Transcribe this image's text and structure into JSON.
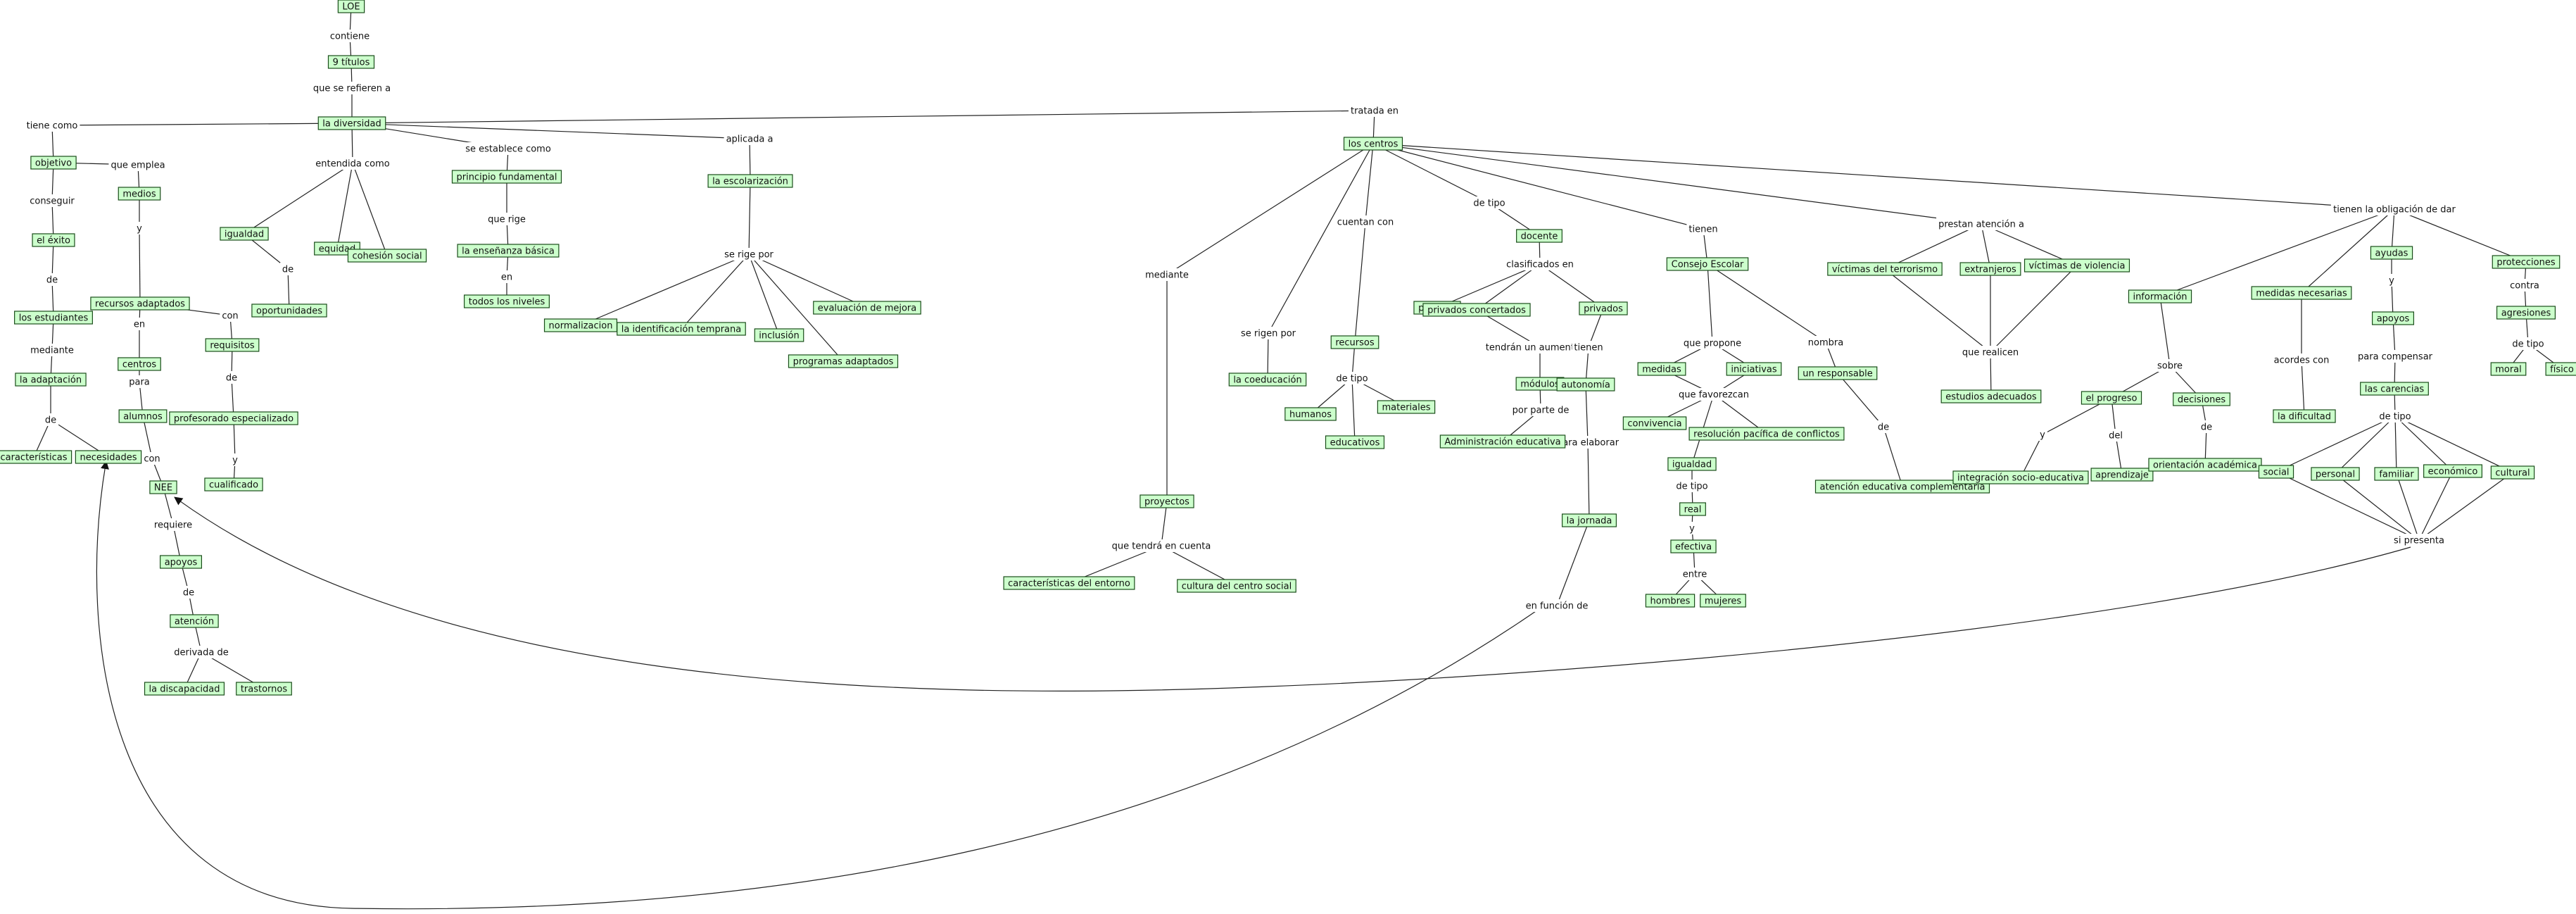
{
  "concepts": {
    "loe": "LOE",
    "titulos": "9 títulos",
    "diversidad": "la diversidad",
    "objetivo": "objetivo",
    "medios": "medios",
    "exito": "el éxito",
    "estudiantes": "los estudiantes",
    "adaptacion": "la adaptación",
    "caracteristicas": "características",
    "necesidades": "necesidades",
    "recursos_adaptados": "recursos adaptados",
    "centros": "centros",
    "alumnos": "alumnos",
    "nee": "NEE",
    "apoyos": "apoyos",
    "atencion": "atención",
    "discapacidad": "la discapacidad",
    "trastornos": "trastornos",
    "requisitos": "requisitos",
    "profesorado": "profesorado especializado",
    "cualificado": "cualificado",
    "igualdad": "igualdad",
    "equidad": "equidad",
    "cohesion": "cohesión social",
    "oportunidades": "oportunidades",
    "principio": "principio fundamental",
    "ensenanza": "la enseñanza básica",
    "todos_niveles": "todos los niveles",
    "escolarizacion": "la escolarización",
    "normalizacion": "normalizacion",
    "identificacion": "la identificación temprana",
    "inclusion": "inclusión",
    "evaluacion": "evaluación de mejora",
    "programas": "programas adaptados",
    "los_centros": "los centros",
    "proyectos": "proyectos",
    "caract_entorno": "características del entorno",
    "cultura": "cultura del centro social",
    "coeducacion": "la coeducación",
    "recursos": "recursos",
    "humanos": "humanos",
    "materiales": "materiales",
    "educativos": "educativos",
    "docente": "docente",
    "publicos": "públicos",
    "privados_concertados": "privados concertados",
    "privados": "privados",
    "modulos": "módulos",
    "administracion": "Administración educativa",
    "autonomia": "autonomía",
    "jornada": "la jornada",
    "consejo": "Consejo Escolar",
    "medidas": "medidas",
    "iniciativas": "iniciativas",
    "convivencia": "convivencia",
    "resolucion": "resolución pacífica de conflictos",
    "igualdad2": "igualdad",
    "real": "real",
    "efectiva": "efectiva",
    "hombres": "hombres",
    "mujeres": "mujeres",
    "responsable": "un responsable",
    "atencion_complementaria": "atención educativa complementaria",
    "victimas_terrorismo": "víctimas del terrorismo",
    "extranjeros": "extranjeros",
    "victimas_violencia": "víctimas de violencia",
    "estudios": "estudios adecuados",
    "informacion": "información",
    "progreso": "el progreso",
    "decisiones": "decisiones",
    "integracion": "integración socio-educativa",
    "aprendizaje": "aprendizaje",
    "orientacion": "orientación académica",
    "medidas_necesarias": "medidas necesarias",
    "dificultad": "la dificultad",
    "ayudas": "ayudas",
    "apoyos2": "apoyos",
    "carencias": "las carencias",
    "social": "social",
    "personal": "personal",
    "familiar": "familiar",
    "economico": "económico",
    "cultural": "cultural",
    "protecciones": "protecciones",
    "agresiones": "agresiones",
    "moral": "moral",
    "fisico": "físico"
  },
  "linking_phrases": {
    "contiene": "contiene",
    "que_se_refieren_a": "que se refieren a",
    "tiene_como": "tiene como",
    "que_emplea": "que emplea",
    "conseguir": "conseguir",
    "de_exito": "de",
    "mediante": "mediante",
    "de_adaptacion": "de",
    "y_medios": "y",
    "en_recursos": "en",
    "para": "para",
    "con_alumnos": "con",
    "requiere": "requiere",
    "de_apoyos": "de",
    "derivada_de": "derivada de",
    "con_requisitos": "con",
    "de_requisitos": "de",
    "y_profesorado": "y",
    "entendida_como": "entendida como",
    "de_igualdad": "de",
    "se_establece_como": "se establece como",
    "que_rige": "que rige",
    "en_ensenanza": "en",
    "aplicada_a": "aplicada a",
    "se_rige_por": "se rige por",
    "tratada_en": "tratada en",
    "mediante_centros": "mediante",
    "que_tendra_en_cuenta": "que tendrá en cuenta",
    "se_rigen_por": "se rigen por",
    "cuentan_con": "cuentan con",
    "de_tipo_recursos": "de tipo",
    "de_tipo_centros": "de tipo",
    "clasificados_en": "clasificados en",
    "tendran_aumento": "tendrán un aumento de",
    "por_parte_de": "por parte de",
    "tienen_privados": "tienen",
    "para_elaborar": "para elaborar",
    "en_funcion_de": "en función de",
    "tienen_centros": "tienen",
    "que_propone": "que propone",
    "que_favorezcan": "que favorezcan",
    "de_tipo_igualdad": "de tipo",
    "y_real": "y",
    "entre": "entre",
    "nombra": "nombra",
    "de_responsable": "de",
    "prestan_atencion_a": "prestan atención a",
    "que_realicen": "que realicen",
    "tienen_obligacion": "tienen la obligación de dar",
    "sobre": "sobre",
    "y_progreso": "y",
    "del": "del",
    "de_decisiones": "de",
    "acordes_con": "acordes con",
    "y_ayudas": "y",
    "para_compensar": "para compensar",
    "de_tipo_carencias": "de tipo",
    "si_presenta": "si presenta",
    "contra": "contra",
    "de_tipo_agresiones": "de tipo"
  },
  "colors": {
    "concept_fill": "#ccffcc",
    "concept_border": "#1a4d1a",
    "edge": "#222222",
    "background": "#ffffff"
  }
}
